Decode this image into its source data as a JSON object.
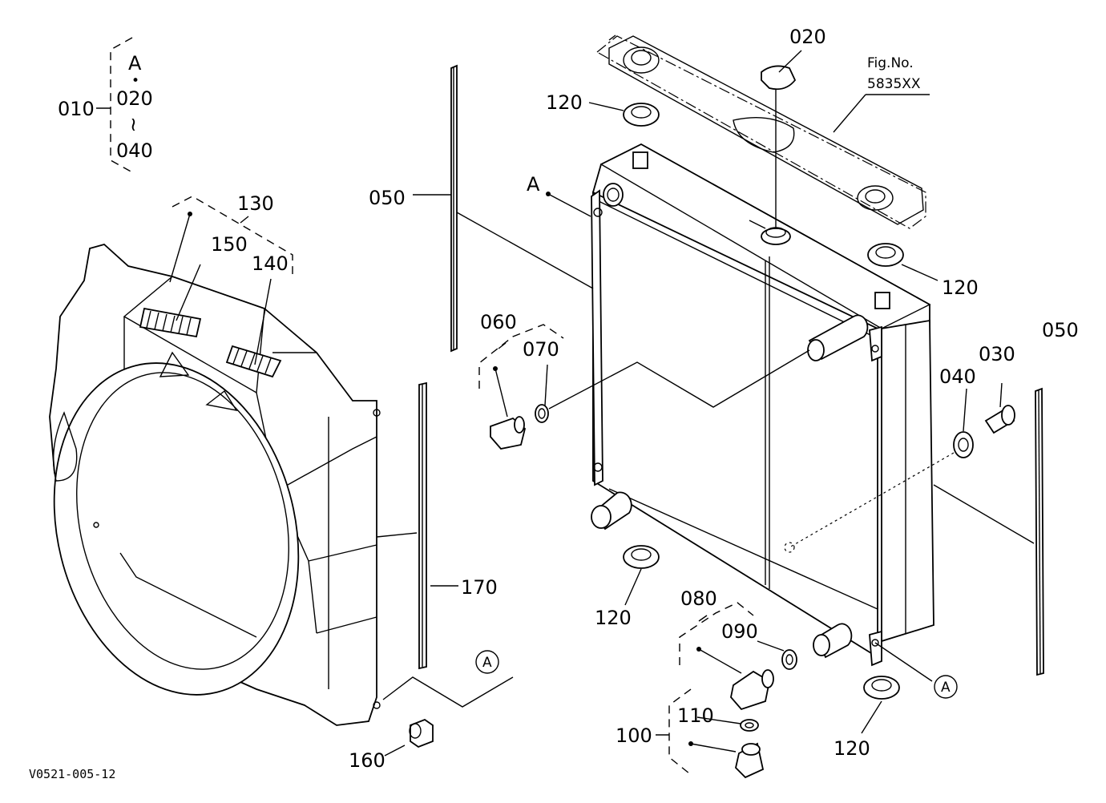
{
  "diagram": {
    "fig_no_label": "Fig.No.",
    "fig_no_value": "5835XX",
    "drawing_code": "V0521-005-12",
    "circle_ref": "A",
    "point_ref": "A",
    "kit_group": {
      "id": "010",
      "top": "A",
      "dot": "•",
      "from": "020",
      "tilde": "≀",
      "to": "040"
    },
    "parts": {
      "p020": "020",
      "p030": "030",
      "p040": "040",
      "p050": "050",
      "p060": "060",
      "p070": "070",
      "p080": "080",
      "p090": "090",
      "p100": "100",
      "p110": "110",
      "p120": "120",
      "p130": "130",
      "p140": "140",
      "p150": "150",
      "p160": "160",
      "p170": "170"
    }
  }
}
